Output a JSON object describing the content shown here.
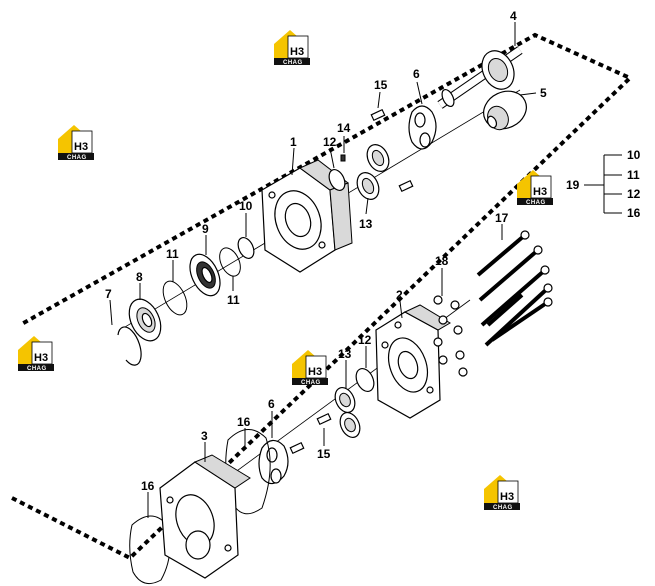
{
  "callouts": {
    "c1": "1",
    "c2": "2",
    "c3": "3",
    "c4": "4",
    "c5": "5",
    "c6a": "6",
    "c6b": "6",
    "c7": "7",
    "c8": "8",
    "c9": "9",
    "c10a": "10",
    "c11a": "11",
    "c11b": "11",
    "c12a": "12",
    "c12b": "12",
    "c13a": "13",
    "c13b": "13",
    "c14": "14",
    "c15a": "15",
    "c15b": "15",
    "c16a": "16",
    "c16b": "16",
    "c17": "17",
    "c18": "18"
  },
  "kit": {
    "parent": "19",
    "children": [
      "10",
      "11",
      "12",
      "16"
    ]
  },
  "watermark": {
    "mark": "H3",
    "caption": "CHAG"
  },
  "colors": {
    "ink": "#000000",
    "logo_yellow": "#f5c400",
    "logo_black": "#111111"
  }
}
